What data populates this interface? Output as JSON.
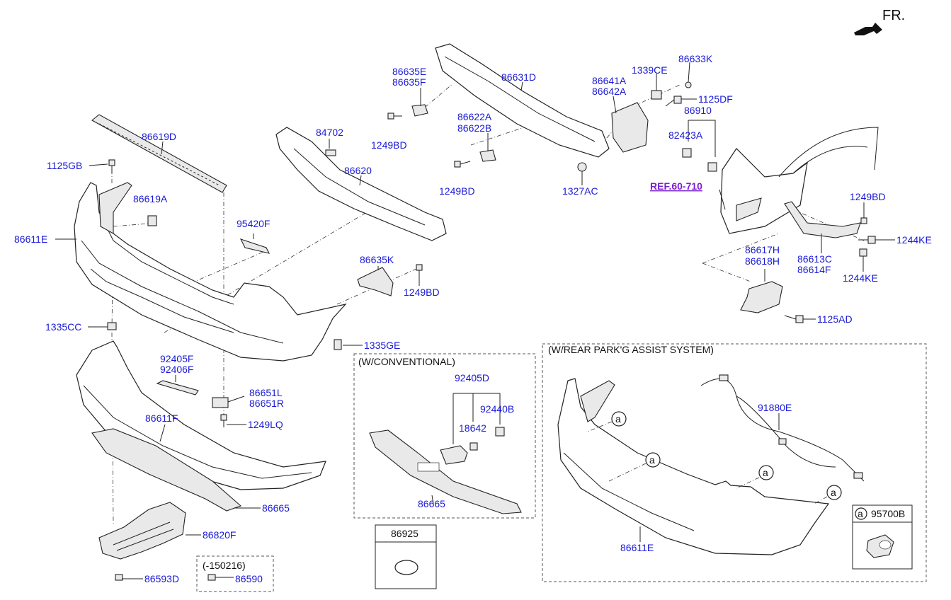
{
  "direction_label": "FR.",
  "ref_label": "REF.60-710",
  "labels": {
    "p86619D": "86619D",
    "p1125GB": "1125GB",
    "p86619A": "86619A",
    "p86611E": "86611E",
    "p1335CC": "1335CC",
    "p86611F": "86611F",
    "p86665": "86665",
    "p86820F": "86820F",
    "p86593D": "86593D",
    "p86590": "86590",
    "p92405F": "92405F",
    "p92406F": "92406F",
    "p86651L": "86651L",
    "p86651R": "86651R",
    "p1249LQ": "1249LQ",
    "p95420F": "95420F",
    "p84702": "84702",
    "p86620": "86620",
    "p86635K": "86635K",
    "p1249BD_a": "1249BD",
    "p1335GE": "1335GE",
    "p86635E": "86635E",
    "p86635F": "86635F",
    "p1249BD_b": "1249BD",
    "p86622A": "86622A",
    "p86622B": "86622B",
    "p1249BD_c": "1249BD",
    "p86631D": "86631D",
    "p86641A": "86641A",
    "p86642A": "86642A",
    "p1339CE": "1339CE",
    "p86633K": "86633K",
    "p1125DF": "1125DF",
    "p86910": "86910",
    "p82423A": "82423A",
    "p1327AC": "1327AC",
    "p1249BD_d": "1249BD",
    "p1244KE_a": "1244KE",
    "p1244KE_b": "1244KE",
    "p86613C": "86613C",
    "p86614F": "86614F",
    "p86617H": "86617H",
    "p86618H": "86618H",
    "p1125AD": "1125AD",
    "p92405D": "92405D",
    "p92440B": "92440B",
    "p18642": "18642",
    "p86665_b": "86665",
    "p86925": "86925",
    "p91880E": "91880E",
    "p86611E_b": "86611E",
    "p95700B": "95700B"
  },
  "boxes": {
    "conventional": "(W/CONVENTIONAL)",
    "park_assist": "(W/REAR PARK'G ASSIST SYSTEM)",
    "date_range": "(-150216)"
  },
  "callout_letter": "a",
  "colors": {
    "label": "#1a1ad6",
    "ref": "#7a1fd0",
    "line": "#222222"
  }
}
